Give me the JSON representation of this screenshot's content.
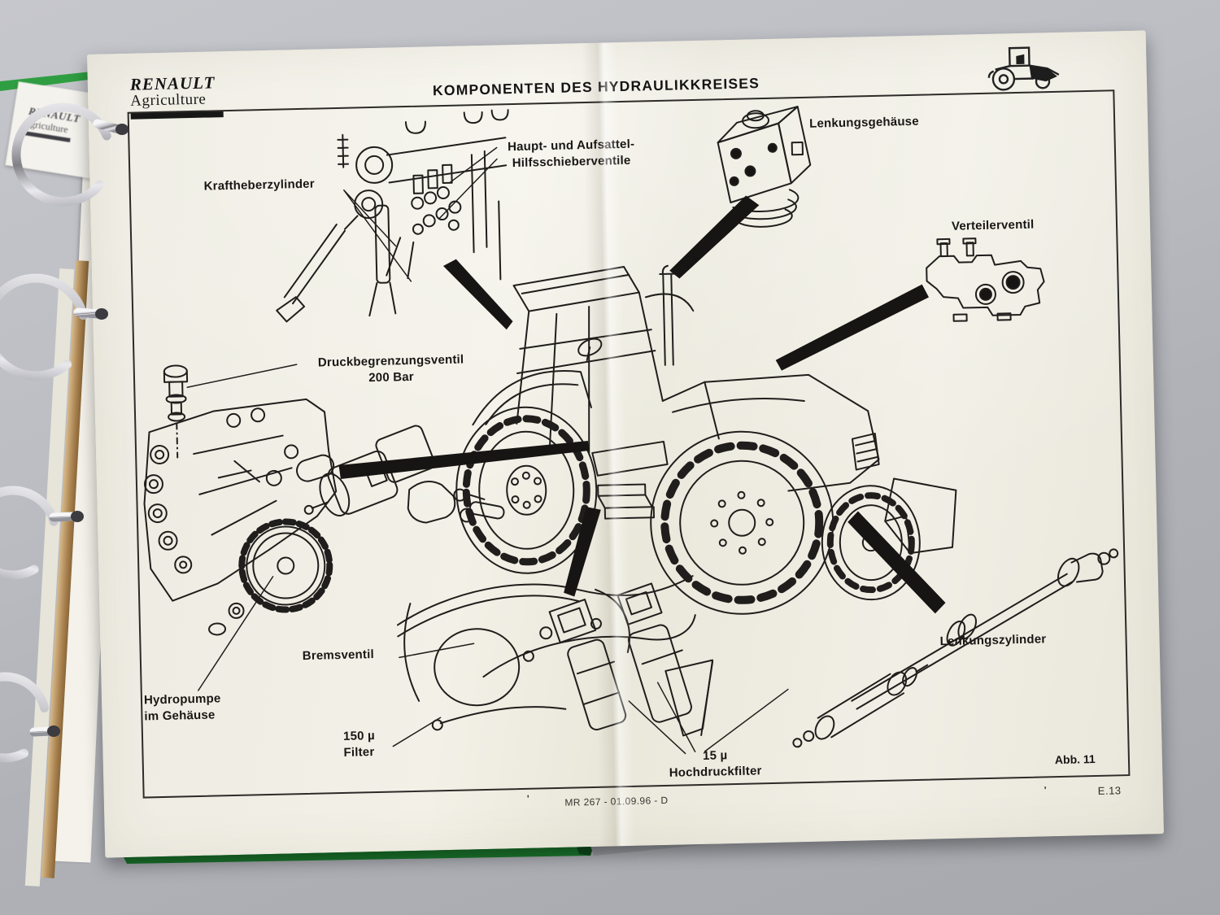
{
  "colors": {
    "binder_cover_green": "#2f9e42",
    "binder_cover_green_dark": "#145223",
    "page_paper": "#f1efe5",
    "ink": "#1f1e1c",
    "background_gray": "#b4b6bc"
  },
  "binder": {
    "back_page_logo": {
      "line1": "RENAULT",
      "line2": "Agriculture"
    }
  },
  "page": {
    "logo": {
      "line1": "RENAULT",
      "line2": "Agriculture"
    },
    "title": "KOMPONENTEN DES HYDRAULIKKREISES",
    "component_labels": {
      "kraftheberzylinder": "Kraftheberzylinder",
      "hauptventile": [
        "Haupt- und Aufsattel-",
        "Hilfsschieberventile"
      ],
      "lenkungsgehaeuse": "Lenkungsgehäuse",
      "verteilerventil": "Verteilerventil",
      "druckbegrenzungsventil": [
        "Druckbegrenzungsventil",
        "200 Bar"
      ],
      "hydropumpe": [
        "Hydropumpe",
        "im Gehäuse"
      ],
      "bremsventil": "Bremsventil",
      "filter_150": [
        "150 µ",
        "Filter"
      ],
      "hochdruckfilter": [
        "15 µ",
        "Hochdruckfilter"
      ],
      "lenkungszylinder": "Lenkungszylinder"
    },
    "figure_label": "Abb. 11",
    "footer": {
      "doc_ref": "MR 267 - 01.09.96 - D",
      "page_ref": "E.13",
      "tick_mark": "'"
    }
  }
}
